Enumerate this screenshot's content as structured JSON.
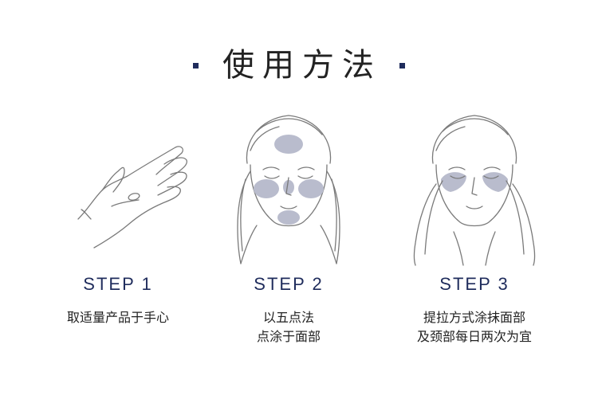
{
  "title": "使用方法",
  "colors": {
    "accent": "#1f2c5c",
    "spot": "#b9bccd",
    "line": "#7a7a7a"
  },
  "steps": [
    {
      "label": "STEP 1",
      "illustration": "hand-icon",
      "lines": [
        "取适量产品于手心"
      ]
    },
    {
      "label": "STEP 2",
      "illustration": "face-five-point-icon",
      "lines": [
        "以五点法",
        "点涂于面部"
      ]
    },
    {
      "label": "STEP 3",
      "illustration": "face-lifting-icon",
      "lines": [
        "提拉方式涂抹面部",
        "及颈部每日两次为宜"
      ]
    }
  ]
}
